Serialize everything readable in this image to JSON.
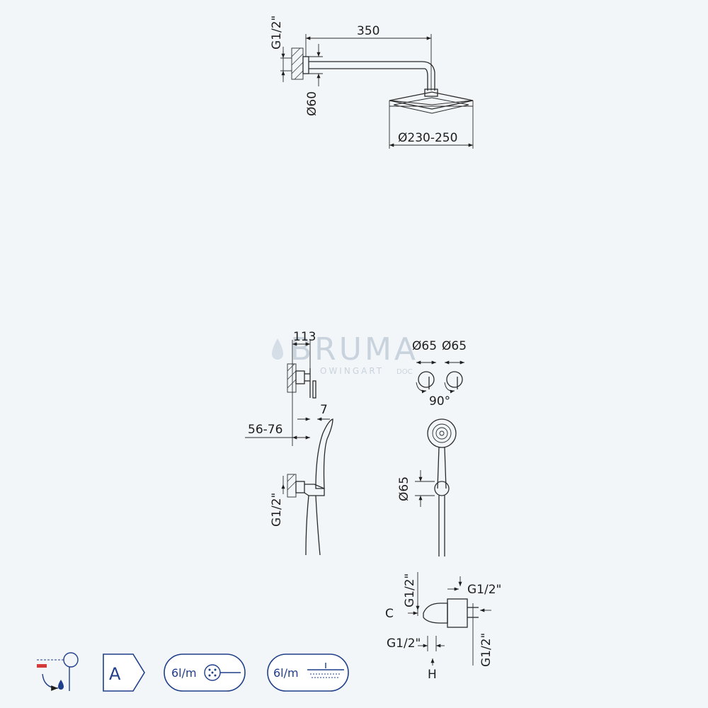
{
  "watermark": {
    "brand": "BRUMA",
    "tagline": "OWINGART",
    "tag_suffix": "DOC"
  },
  "overhead_shower": {
    "thread_label": "G1/2\"",
    "arm_length_label": "350",
    "flange_label": "Ø60",
    "head_diameter_label": "Ø230-250"
  },
  "diverter": {
    "depth_label": "113",
    "rosette_left_label": "Ø65",
    "rosette_right_label": "Ø65",
    "rotation_label": "90°"
  },
  "hand_shower": {
    "wall_range_label": "56-76",
    "offset_label": "7",
    "thread_label": "G1/2\"",
    "outlet_diameter_label": "Ø65"
  },
  "mixer": {
    "inlet_top_label": "G1/2\"",
    "outlet_top_label": "G1/2\"",
    "cold_label": "C",
    "inlet_bottom_label": "G1/2\"",
    "outlet_side_label": "G1/2\"",
    "hot_label": "H"
  },
  "badges": [
    {
      "kind": "installation",
      "text": ""
    },
    {
      "kind": "energy-class",
      "text": "A"
    },
    {
      "kind": "hand-flow",
      "text": "6l/m"
    },
    {
      "kind": "head-flow",
      "text": "6l/m"
    }
  ],
  "colors": {
    "brand_blue": "#1f3f8a",
    "line": "#2a2a2a",
    "background": "#f3f6f9",
    "accent_red": "#d43a3a"
  }
}
